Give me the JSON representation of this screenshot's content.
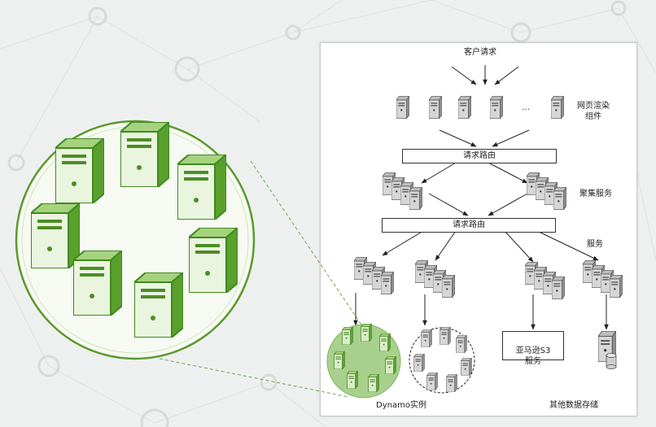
{
  "labels": {
    "client_request": "客户请求",
    "page_render": "网页渲染\n组件",
    "request_routing_1": "请求路由",
    "aggregation_service": "聚集服务",
    "request_routing_2": "请求路由",
    "services": "服务",
    "s3_service": "亚马逊S3\n服务",
    "dynamo_instance": "Dynamo实例",
    "other_storage": "其他数据存储",
    "ellipsis": "…"
  },
  "colors": {
    "background": "#eef0ef",
    "zoom_fill": "#f7faf3",
    "zoom_border": "#5a9a2a",
    "server_green": "#6cb33f",
    "dynamo_highlight": "#a8d08d",
    "server_gray": "#8c8c8c"
  },
  "icons": {
    "server": "server-tower-icon",
    "database": "database-cylinder-icon",
    "arrow": "arrow-icon"
  }
}
